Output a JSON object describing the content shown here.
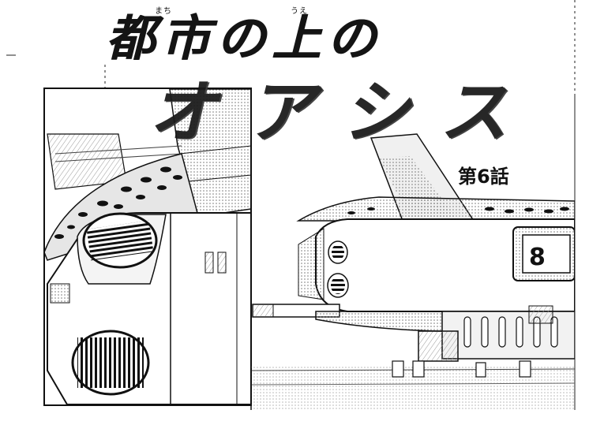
{
  "title": {
    "main": "都市の上の",
    "sub": "オアシス",
    "ruby_machi": "まち",
    "ruby_ue": "うえ"
  },
  "chapter": {
    "label": "第6話"
  },
  "colors": {
    "ink": "#111111",
    "paper": "#ffffff",
    "screentone": "#bdbdbd"
  }
}
